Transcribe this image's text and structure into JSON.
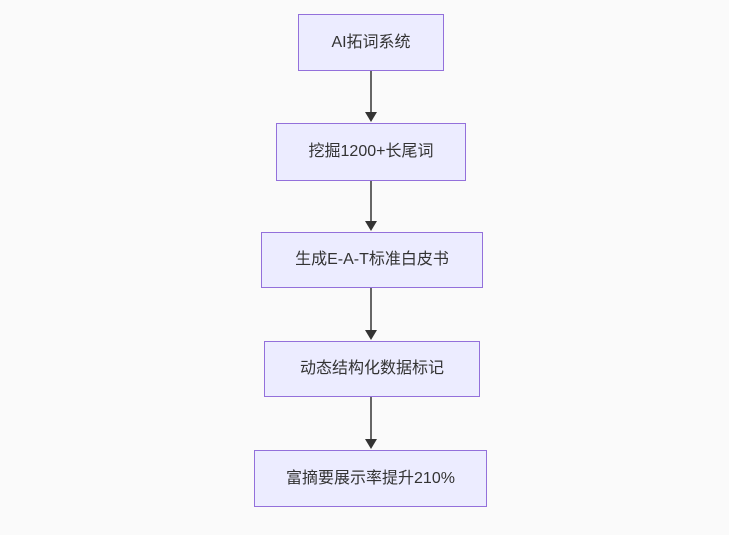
{
  "diagram": {
    "type": "flowchart",
    "direction": "top-down",
    "nodes": [
      {
        "label": "AI拓词系统"
      },
      {
        "label": "挖掘1200+长尾词"
      },
      {
        "label": "生成E-A-T标准白皮书"
      },
      {
        "label": "动态结构化数据标记"
      },
      {
        "label": "富摘要展示率提升210%"
      }
    ],
    "edges": [
      {
        "from": 0,
        "to": 1
      },
      {
        "from": 1,
        "to": 2
      },
      {
        "from": 2,
        "to": 3
      },
      {
        "from": 3,
        "to": 4
      }
    ],
    "colors": {
      "node_fill": "#ECECFF",
      "node_border": "#9370DB",
      "node_text": "#333333",
      "edge_line": "#666666",
      "edge_arrowhead": "#333333",
      "background": "#fafafa"
    }
  }
}
